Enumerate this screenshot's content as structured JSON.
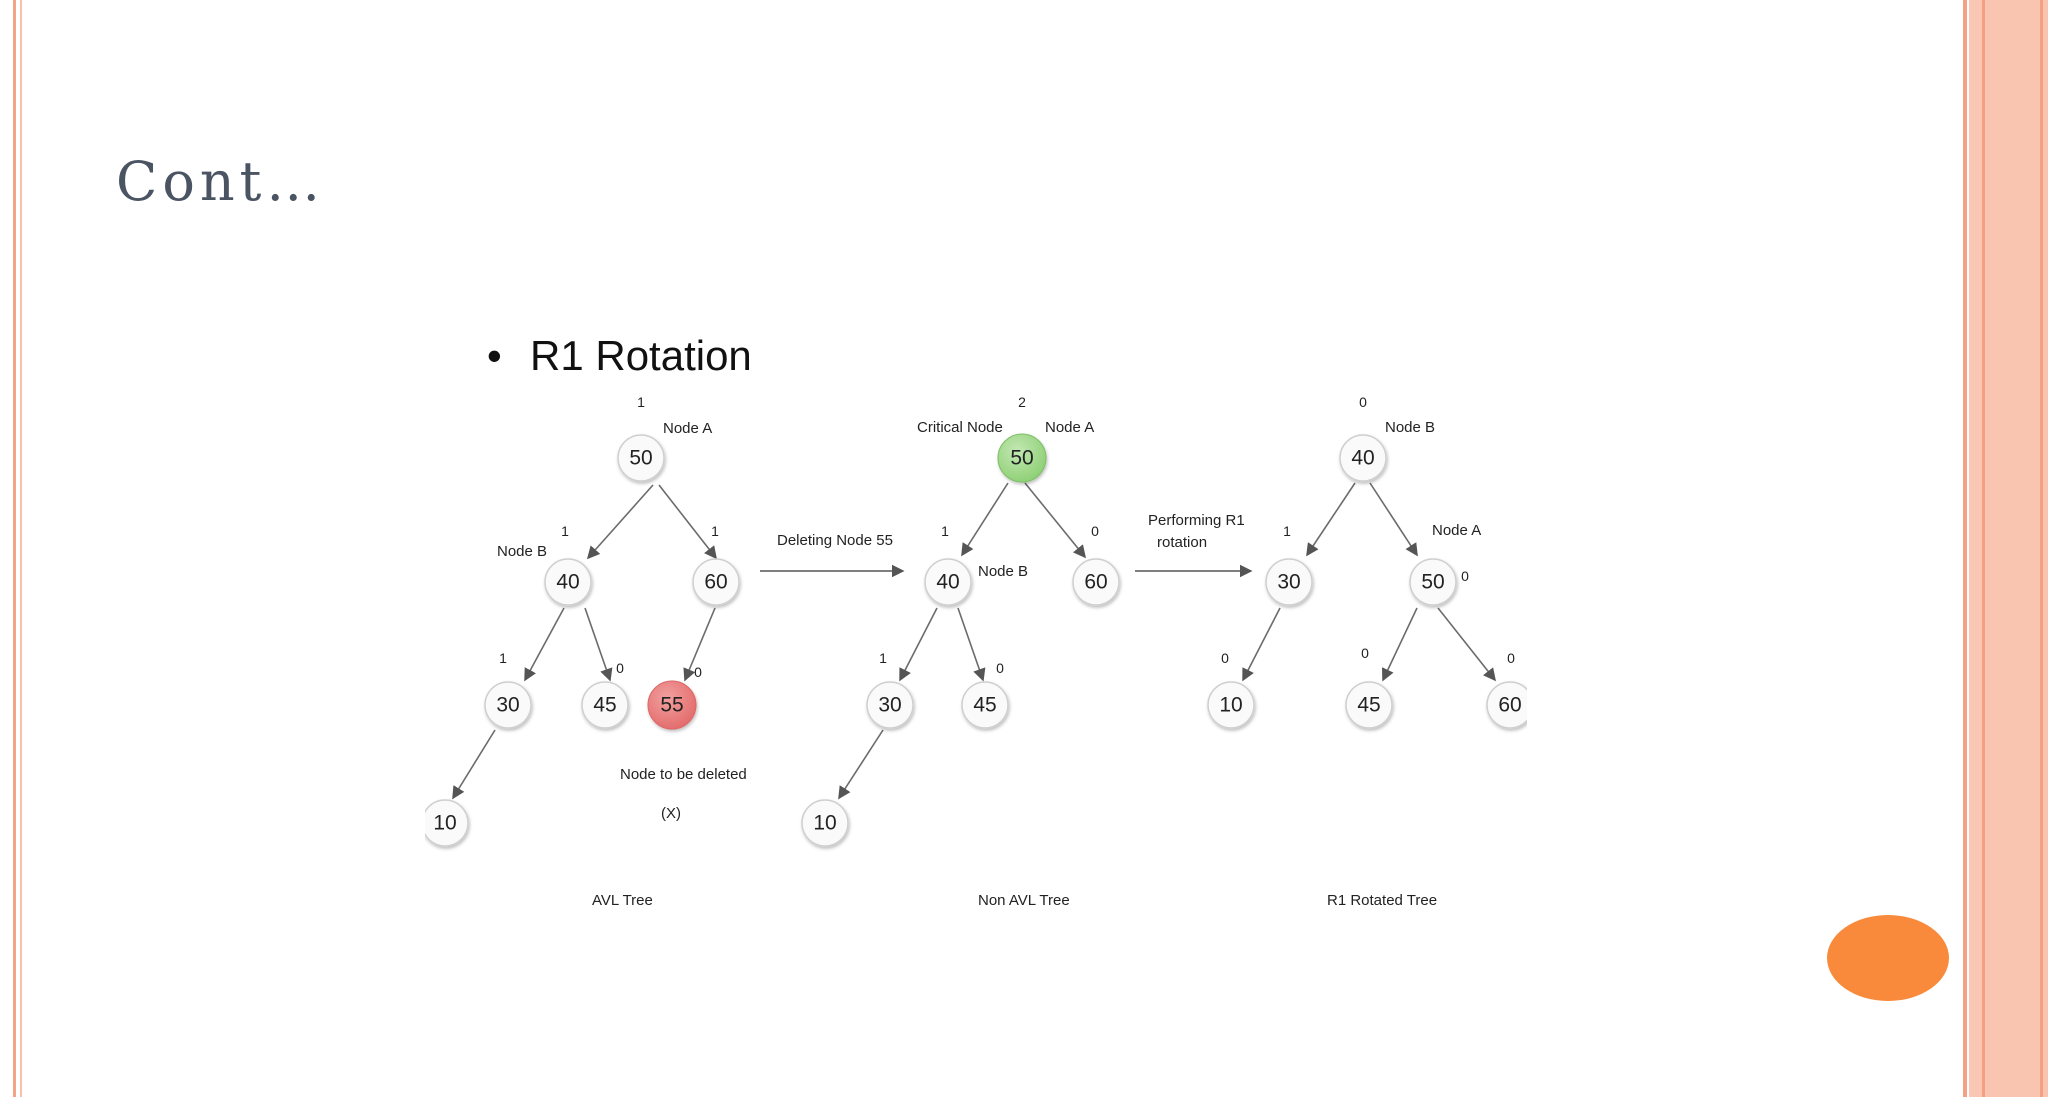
{
  "slide": {
    "title": "Cont…"
  },
  "diagram": {
    "bullet": "•",
    "heading": "R1 Rotation",
    "arrow1_label": "Deleting Node 55",
    "arrow2_label_line1": "Performing R1",
    "arrow2_label_line2": "rotation",
    "tree1": {
      "caption": "AVL Tree",
      "nodes": [
        "50",
        "40",
        "60",
        "30",
        "45",
        "55",
        "10"
      ],
      "balance": [
        "1",
        "1",
        "1",
        "1",
        "0",
        "0"
      ],
      "label_node_a": "Node A",
      "label_node_b": "Node B",
      "deleted_note_line1": "Node to be deleted",
      "deleted_note_line2": "(X)"
    },
    "tree2": {
      "caption": "Non AVL Tree",
      "nodes": [
        "50",
        "40",
        "60",
        "30",
        "45",
        "10"
      ],
      "balance": [
        "2",
        "1",
        "0",
        "1",
        "0"
      ],
      "label_critical": "Critical Node",
      "label_node_a": "Node A",
      "label_node_b": "Node B"
    },
    "tree3": {
      "caption": "R1 Rotated Tree",
      "nodes": [
        "40",
        "30",
        "50",
        "10",
        "45",
        "60"
      ],
      "balance": [
        "0",
        "1",
        "0",
        "0",
        "0",
        "0"
      ],
      "label_node_a": "Node A",
      "label_node_b": "Node B"
    },
    "colors": {
      "deleted_node": "#e36a6a",
      "critical_node": "#8ccf73",
      "accent_orange": "#f98a3c"
    }
  }
}
